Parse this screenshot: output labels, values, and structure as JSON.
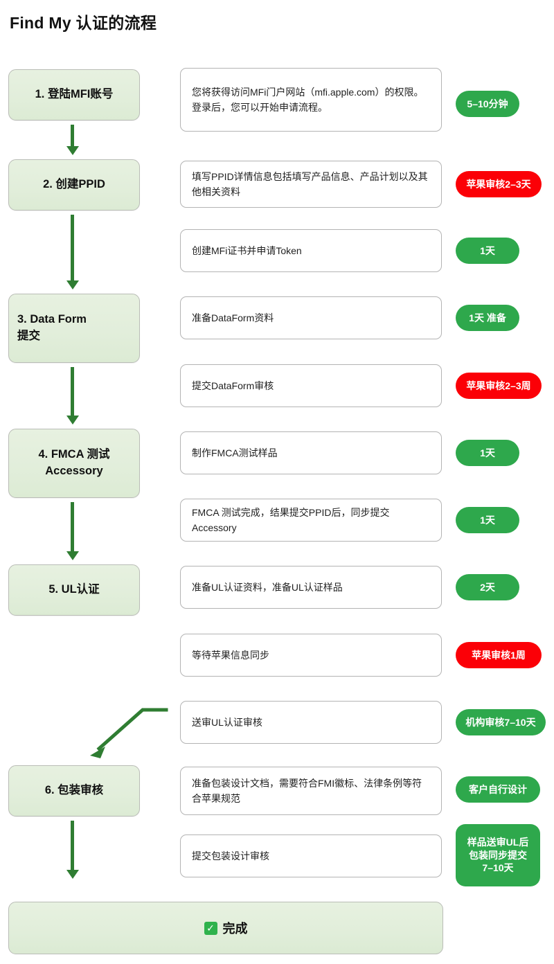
{
  "title": "Find My 认证的流程",
  "steps": [
    {
      "label": "1. 登陆MFI账号",
      "multiline": false
    },
    {
      "label": "2. 创建PPID",
      "multiline": false
    },
    {
      "label": "3. Data Form\n提交",
      "multiline": true
    },
    {
      "label": "4. FMCA 测试\nAccessory",
      "multiline": true
    },
    {
      "label": "5. UL认证",
      "multiline": false
    },
    {
      "label": "6. 包装审核",
      "multiline": false
    }
  ],
  "rows": [
    {
      "desc": "您将获得访问MFi门户网站（mfi.apple.com）的权限。登录后，您可以开始申请流程。",
      "badge": "5–10分钟",
      "badge_color": "green"
    },
    {
      "desc": "填写PPID详情信息包括填写产品信息、产品计划以及其他相关资料",
      "badge": "苹果审核2–3天",
      "badge_color": "red"
    },
    {
      "desc": "创建MFi证书并申请Token",
      "badge": "1天",
      "badge_color": "green"
    },
    {
      "desc": "准备DataForm资料",
      "badge": "1天 准备",
      "badge_color": "green"
    },
    {
      "desc": "提交DataForm审核",
      "badge": "苹果审核2–3周",
      "badge_color": "red"
    },
    {
      "desc": "制作FMCA测试样品",
      "badge": "1天",
      "badge_color": "green"
    },
    {
      "desc": "FMCA 测试完成，结果提交PPID后，同步提交Accessory",
      "badge": "1天",
      "badge_color": "green"
    },
    {
      "desc": "准备UL认证资料，准备UL认证样品",
      "badge": "2天",
      "badge_color": "green"
    },
    {
      "desc": "等待苹果信息同步",
      "badge": "苹果审核1周",
      "badge_color": "red"
    },
    {
      "desc": "送审UL认证审核",
      "badge": "机构审核7–10天",
      "badge_color": "green"
    },
    {
      "desc": "准备包装设计文档，需要符合FMI徽标、法律条例等符合苹果规范",
      "badge": "客户自行设计",
      "badge_color": "green"
    },
    {
      "desc": "提交包装设计审核",
      "badge": "样品送审UL后\n包装同步提交\n7–10天",
      "badge_color": "green"
    }
  ],
  "final": {
    "label": "完成",
    "icon": "✓"
  },
  "colors": {
    "accent_green": "#2ea84c",
    "alert_red": "#fb0007",
    "arrow_green": "#2f7d32",
    "step_fill": "#e3efdc"
  }
}
